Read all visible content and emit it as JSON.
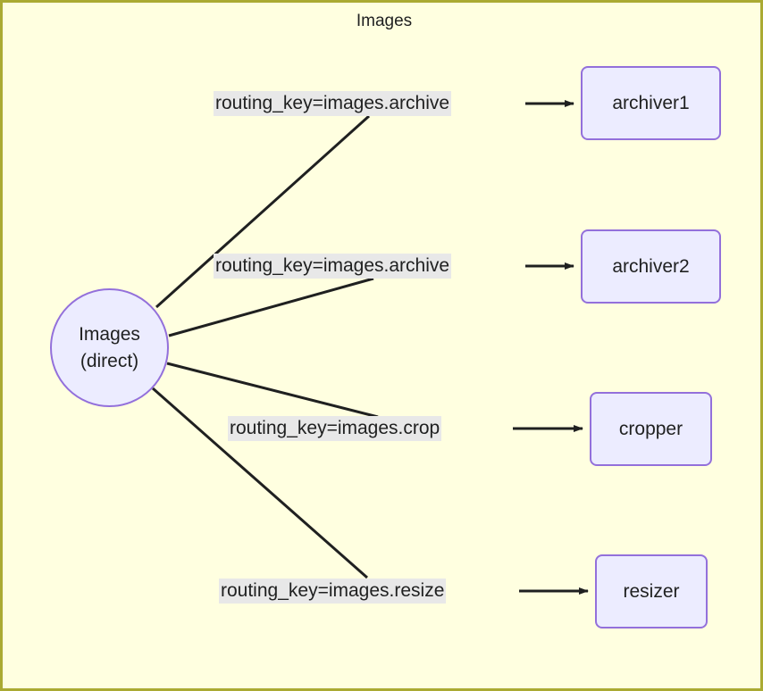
{
  "diagram": {
    "title": "Images",
    "background_color": "#ffffe0",
    "border_color": "#aaaa33",
    "node_fill": "#ececff",
    "node_stroke": "#9370db",
    "edge_color": "#1f2020",
    "label_background": "#e8e8e8",
    "exchange": {
      "name": "Images",
      "type": "(direct)",
      "shape": "circle"
    },
    "queues": [
      {
        "id": "archiver1",
        "label": "archiver1"
      },
      {
        "id": "archiver2",
        "label": "archiver2"
      },
      {
        "id": "cropper",
        "label": "cropper"
      },
      {
        "id": "resizer",
        "label": "resizer"
      }
    ],
    "edges": [
      {
        "from": "Images",
        "to": "archiver1",
        "label": "routing_key=images.archive"
      },
      {
        "from": "Images",
        "to": "archiver2",
        "label": "routing_key=images.archive"
      },
      {
        "from": "Images",
        "to": "cropper",
        "label": "routing_key=images.crop"
      },
      {
        "from": "Images",
        "to": "resizer",
        "label": "routing_key=images.resize"
      }
    ]
  }
}
